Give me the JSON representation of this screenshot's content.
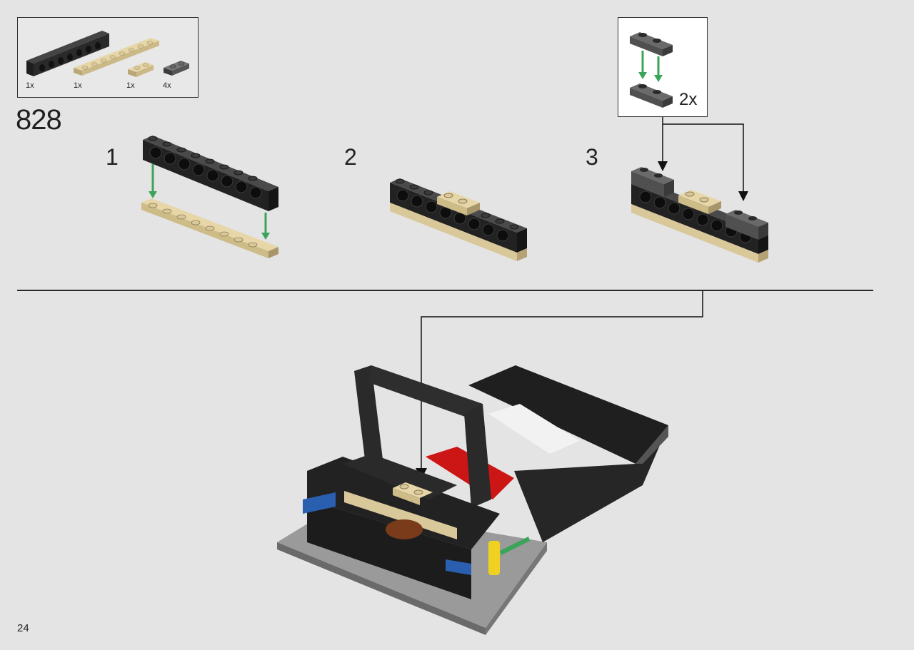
{
  "parts_list": {
    "items": [
      {
        "name": "black-technic-brick-1x8",
        "qty": "1x"
      },
      {
        "name": "tan-plate-1x8",
        "qty": "1x"
      },
      {
        "name": "tan-plate-1x2",
        "qty": "1x"
      },
      {
        "name": "dark-gray-plate-1x2",
        "qty": "4x"
      }
    ]
  },
  "step": {
    "number": "828"
  },
  "substeps": [
    {
      "label": "1"
    },
    {
      "label": "2"
    },
    {
      "label": "3"
    }
  ],
  "callout": {
    "qty": "2x"
  },
  "page": {
    "number": "24"
  },
  "colors": {
    "background": "#e4e4e4",
    "black_brick": "#2a2a2a",
    "tan": "#d9c89a",
    "dark_gray": "#5a5a5a",
    "arrow_green": "#3aa55a",
    "red": "#d01818",
    "blue": "#2a5fb0"
  }
}
